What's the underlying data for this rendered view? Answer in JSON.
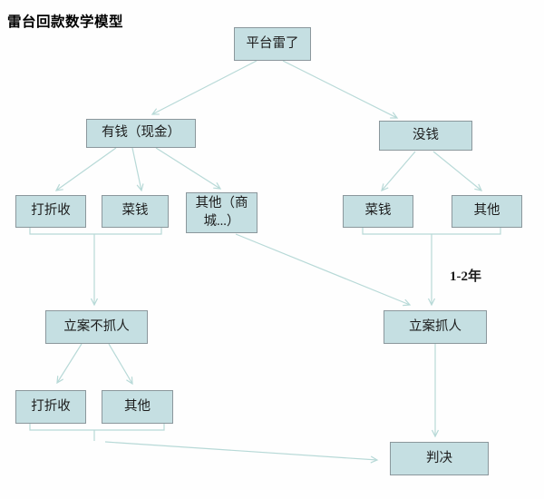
{
  "title": "雷台回款数学模型",
  "diagram": {
    "nodes": {
      "root": "平台雷了",
      "has_money": "有钱（现金）",
      "no_money": "没钱",
      "discount_left": "打折收",
      "caiqian_left": "菜钱",
      "other_mall": "其他（商城...）",
      "caiqian_right": "菜钱",
      "other_right": "其他",
      "case_no_arrest": "立案不抓人",
      "case_arrest": "立案抓人",
      "discount_bottom": "打折收",
      "other_bottom": "其他",
      "verdict": "判决"
    },
    "annotations": {
      "duration": "1-2年"
    },
    "colors": {
      "node_fill": "#c5dfe2",
      "node_border": "#8b979c",
      "connector": "#b7d9d7",
      "text": "#1c1c1c",
      "title": "#000000"
    }
  }
}
